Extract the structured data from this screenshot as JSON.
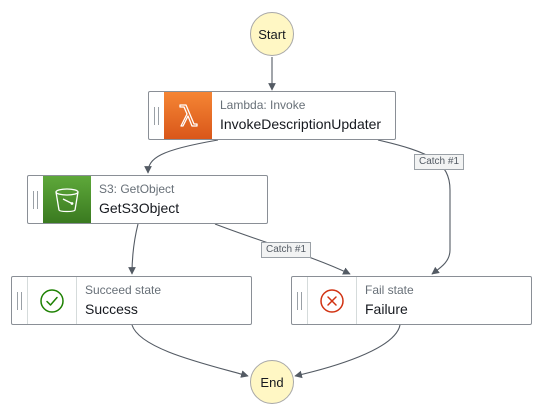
{
  "start_label": "Start",
  "end_label": "End",
  "states": {
    "lambda": {
      "kind": "Lambda: Invoke",
      "name": "InvokeDescriptionUpdater",
      "icon": "lambda-icon",
      "color": "#ED7100"
    },
    "s3": {
      "kind": "S3: GetObject",
      "name": "GetS3Object",
      "icon": "s3-bucket-icon",
      "color": "#3F8624"
    },
    "success": {
      "kind": "Succeed state",
      "name": "Success",
      "icon": "check-circle-icon",
      "color": "#1D8102"
    },
    "fail": {
      "kind": "Fail state",
      "name": "Failure",
      "icon": "x-circle-icon",
      "color": "#D13212"
    }
  },
  "catch_labels": {
    "lambda": "Catch #1",
    "s3": "Catch #1"
  }
}
